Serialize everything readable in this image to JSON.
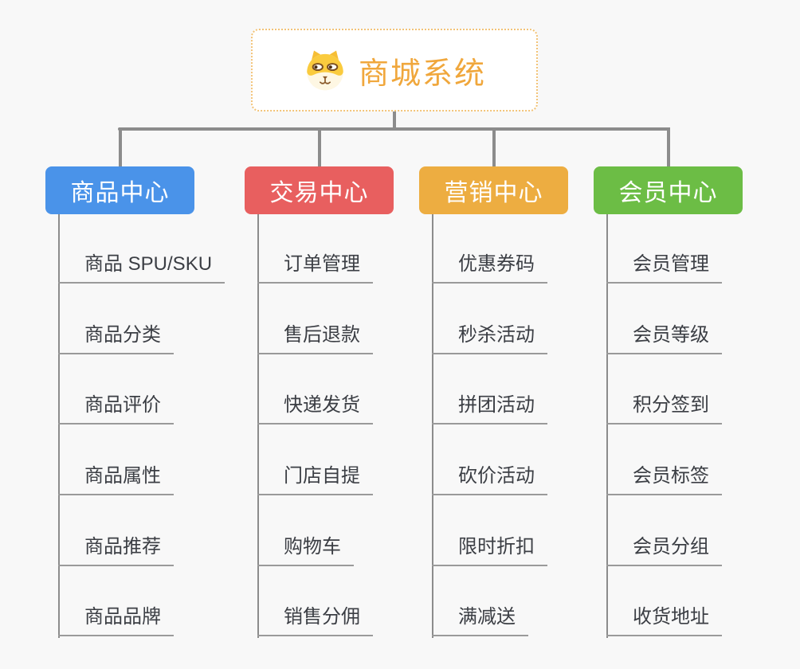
{
  "root": {
    "title": "商城系统",
    "icon": "shiba-dog-icon",
    "accent_color": "#F0A73C",
    "border_color": "#F2C377"
  },
  "canvas": {
    "background": "#F8F8F8",
    "connector_color": "#8C8C8C",
    "leaf_line_color": "#9A9A9A",
    "leaf_text_color": "#3B3E44"
  },
  "branches": [
    {
      "label": "商品中心",
      "color": "#4A93E9",
      "children": [
        "商品 SPU/SKU",
        "商品分类",
        "商品评价",
        "商品属性",
        "商品推荐",
        "商品品牌"
      ]
    },
    {
      "label": "交易中心",
      "color": "#E85F5F",
      "children": [
        "订单管理",
        "售后退款",
        "快递发货",
        "门店自提",
        "购物车",
        "销售分佣"
      ]
    },
    {
      "label": "营销中心",
      "color": "#EDAD41",
      "children": [
        "优惠券码",
        "秒杀活动",
        "拼团活动",
        "砍价活动",
        "限时折扣",
        "满减送"
      ]
    },
    {
      "label": "会员中心",
      "color": "#6CBD45",
      "children": [
        "会员管理",
        "会员等级",
        "积分签到",
        "会员标签",
        "会员分组",
        "收货地址"
      ]
    }
  ]
}
